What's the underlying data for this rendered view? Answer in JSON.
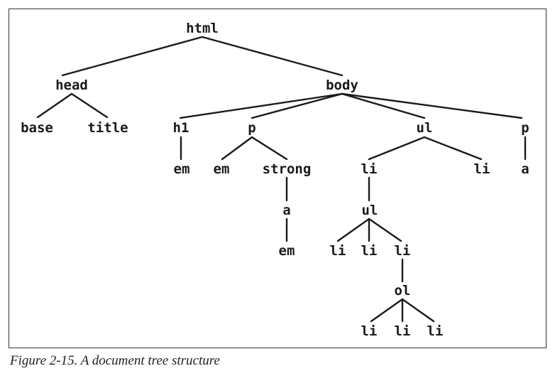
{
  "nodes": {
    "html": "html",
    "head": "head",
    "body": "body",
    "base": "base",
    "title": "title",
    "h1": "h1",
    "p1": "p",
    "ul1": "ul",
    "p2": "p",
    "em_h1": "em",
    "em_p": "em",
    "strong": "strong",
    "li_ul1_a": "li",
    "li_ul1_b": "li",
    "a_p2": "a",
    "a_strong": "a",
    "ul2": "ul",
    "em_a": "em",
    "li_ul2_a": "li",
    "li_ul2_b": "li",
    "li_ul2_c": "li",
    "ol": "ol",
    "li_ol_a": "li",
    "li_ol_b": "li",
    "li_ol_c": "li"
  },
  "caption": "Figure 2-15. A document tree structure"
}
